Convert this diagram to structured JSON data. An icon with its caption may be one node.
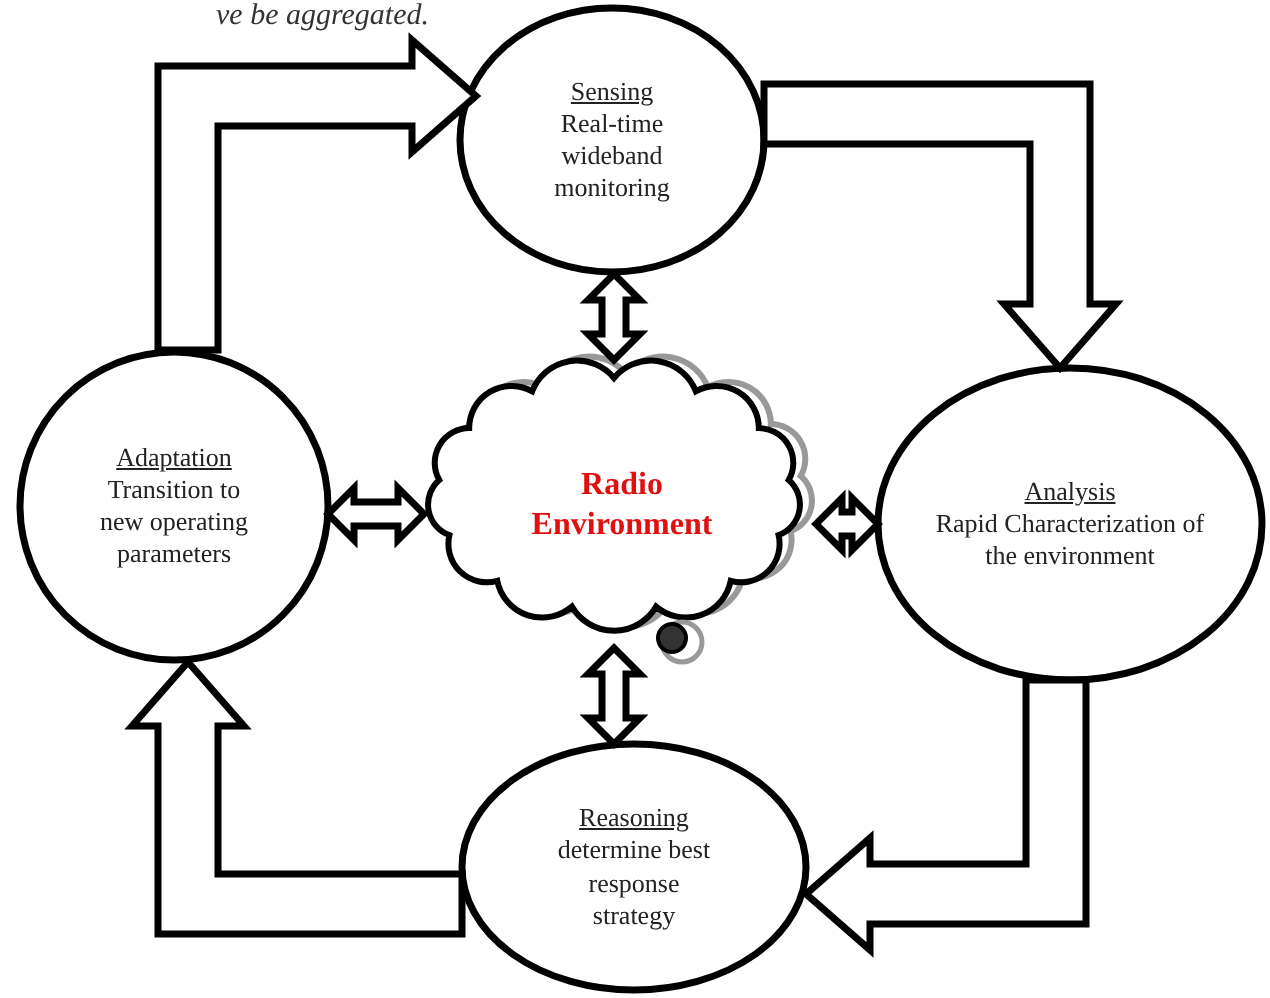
{
  "diagram": {
    "nodes": [
      {
        "text": [
          "Sensing",
          "Real-time wideband monitoring"
        ]
      },
      {
        "text": [
          "Analysis",
          "Rapid Characterization of the environment"
        ]
      },
      {
        "text": [
          "Reasoning",
          "determine best response strategy"
        ]
      },
      {
        "text": [
          "Adaptation",
          "Transition to new operating parameters"
        ]
      },
      {
        "text": [
          "Radio Environment"
        ]
      }
    ],
    "edges": [
      {
        "from": 3,
        "to": 0,
        "arrow": "to"
      },
      {
        "from": 0,
        "to": 1,
        "arrow": "to"
      },
      {
        "from": 1,
        "to": 2,
        "arrow": "to"
      },
      {
        "from": 2,
        "to": 3,
        "arrow": "to"
      },
      {
        "from": 4,
        "to": 0,
        "arrow": "both"
      },
      {
        "from": 4,
        "to": 1,
        "arrow": "both"
      },
      {
        "from": 4,
        "to": 2,
        "arrow": "both"
      },
      {
        "from": 4,
        "to": 3,
        "arrow": "both"
      }
    ],
    "labels": [
      "ve be aggregated."
    ]
  }
}
